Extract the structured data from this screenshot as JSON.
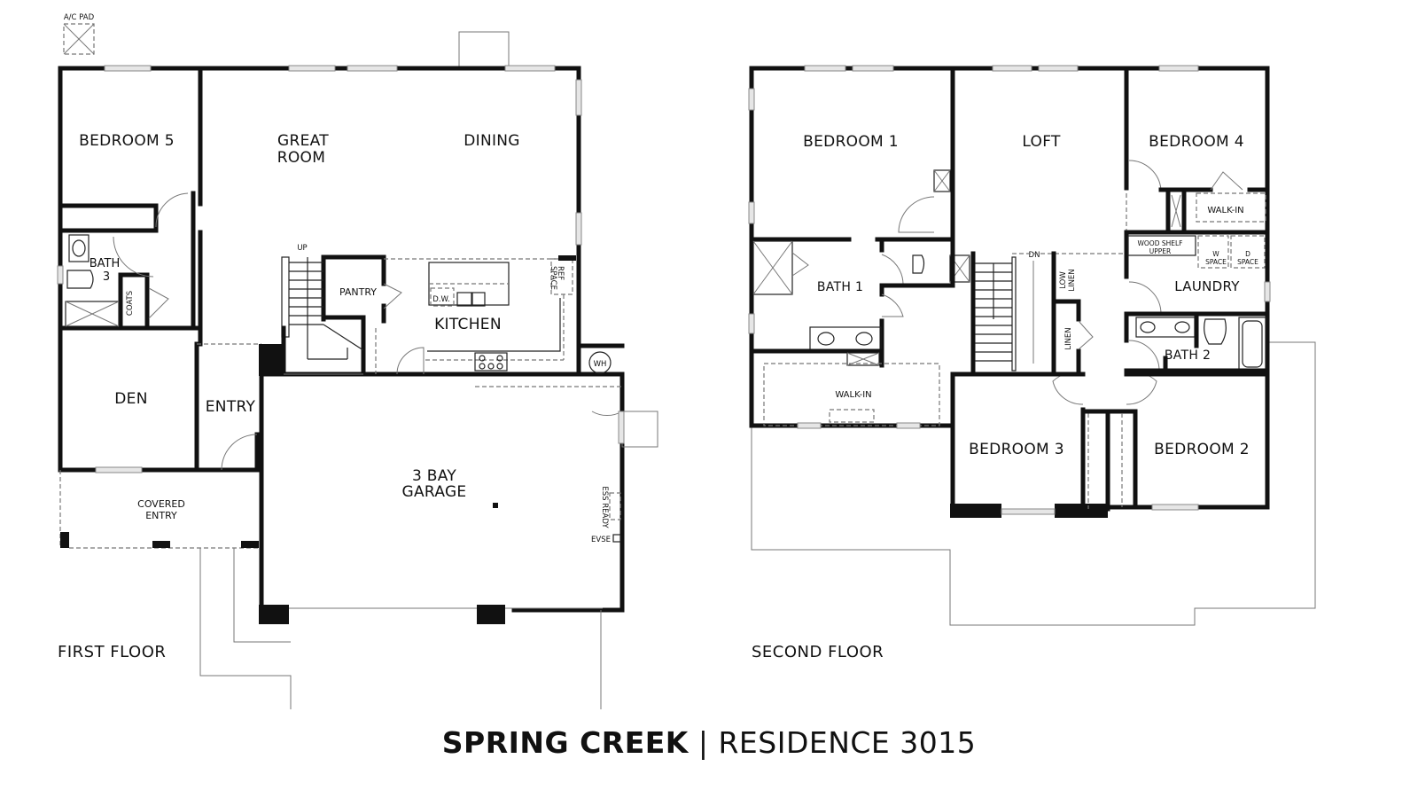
{
  "title": {
    "community": "SPRING CREEK",
    "separator": "|",
    "residence": "RESIDENCE 3015"
  },
  "first_floor": {
    "label": "FIRST FLOOR",
    "rooms": {
      "bedroom5": "BEDROOM 5",
      "great_room_1": "GREAT",
      "great_room_2": "ROOM",
      "dining": "DINING",
      "bath3_1": "BATH",
      "bath3_2": "3",
      "coats": "COATS",
      "pantry": "PANTRY",
      "kitchen": "KITCHEN",
      "den": "DEN",
      "entry": "ENTRY",
      "garage_1": "3 BAY",
      "garage_2": "GARAGE",
      "covered_entry_1": "COVERED",
      "covered_entry_2": "ENTRY"
    },
    "annotations": {
      "ac_pad": "A/C PAD",
      "up": "UP",
      "dw": "D.W.",
      "ref_space_1": "REF",
      "ref_space_2": "SPACE",
      "wh": "WH",
      "ess_ready": "ESS READY",
      "evse": "EVSE"
    }
  },
  "second_floor": {
    "label": "SECOND FLOOR",
    "rooms": {
      "bedroom1": "BEDROOM 1",
      "loft": "LOFT",
      "bedroom4": "BEDROOM 4",
      "bath1": "BATH 1",
      "walk_in_primary": "WALK-IN",
      "walk_in_bed4": "WALK-IN",
      "laundry": "LAUNDRY",
      "bath2": "BATH 2",
      "bedroom3": "BEDROOM 3",
      "bedroom2": "BEDROOM 2",
      "low_linen_1": "LOW",
      "low_linen_2": "LINEN",
      "linen": "LINEN"
    },
    "annotations": {
      "dn": "DN",
      "wood_shelf_1": "WOOD SHELF",
      "wood_shelf_2": "UPPER",
      "w_space_1": "W",
      "w_space_2": "SPACE",
      "d_space_1": "D",
      "d_space_2": "SPACE"
    }
  }
}
